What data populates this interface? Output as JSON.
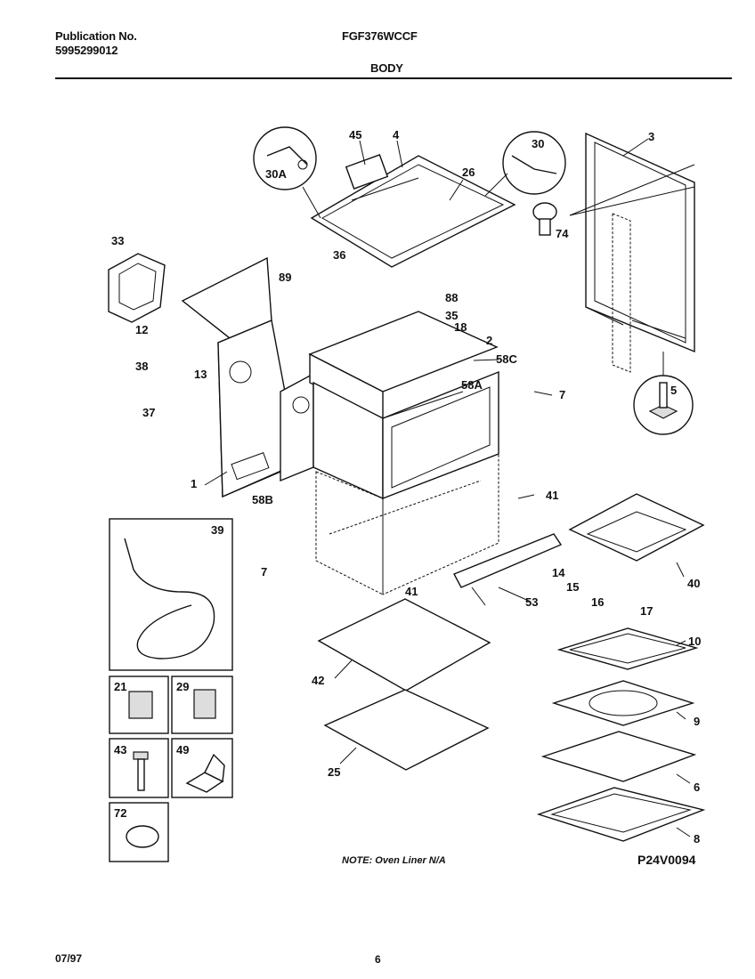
{
  "header": {
    "publication_label": "Publication No.",
    "publication_number": "5995299012",
    "model": "FGF376WCCF",
    "section": "BODY"
  },
  "diagram": {
    "callouts": [
      "45",
      "4",
      "30A",
      "30",
      "26",
      "3",
      "74",
      "33",
      "36",
      "89",
      "88",
      "35",
      "18",
      "2",
      "58C",
      "12",
      "13",
      "38",
      "37",
      "58A",
      "7",
      "5",
      "1",
      "58B",
      "41",
      "39",
      "14",
      "15",
      "16",
      "17",
      "53",
      "40",
      "10",
      "42",
      "9",
      "21",
      "29",
      "43",
      "49",
      "25",
      "6",
      "72",
      "8"
    ]
  },
  "note": "NOTE: Oven Liner N/A",
  "reference": "P24V0094",
  "footer": {
    "date": "07/97",
    "page": "6"
  }
}
